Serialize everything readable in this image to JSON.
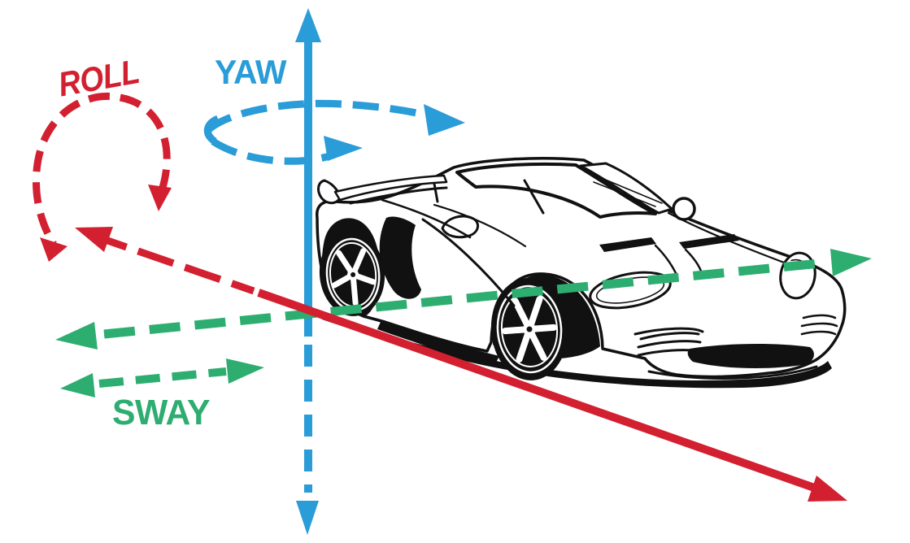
{
  "diagram": {
    "labels": {
      "roll": "ROLL",
      "yaw": "YAW",
      "sway": "SWAY"
    },
    "colors": {
      "roll": "#d32030",
      "yaw": "#2a9cd8",
      "sway": "#2ead71",
      "outline": "#111111",
      "background": "#ffffff"
    }
  }
}
